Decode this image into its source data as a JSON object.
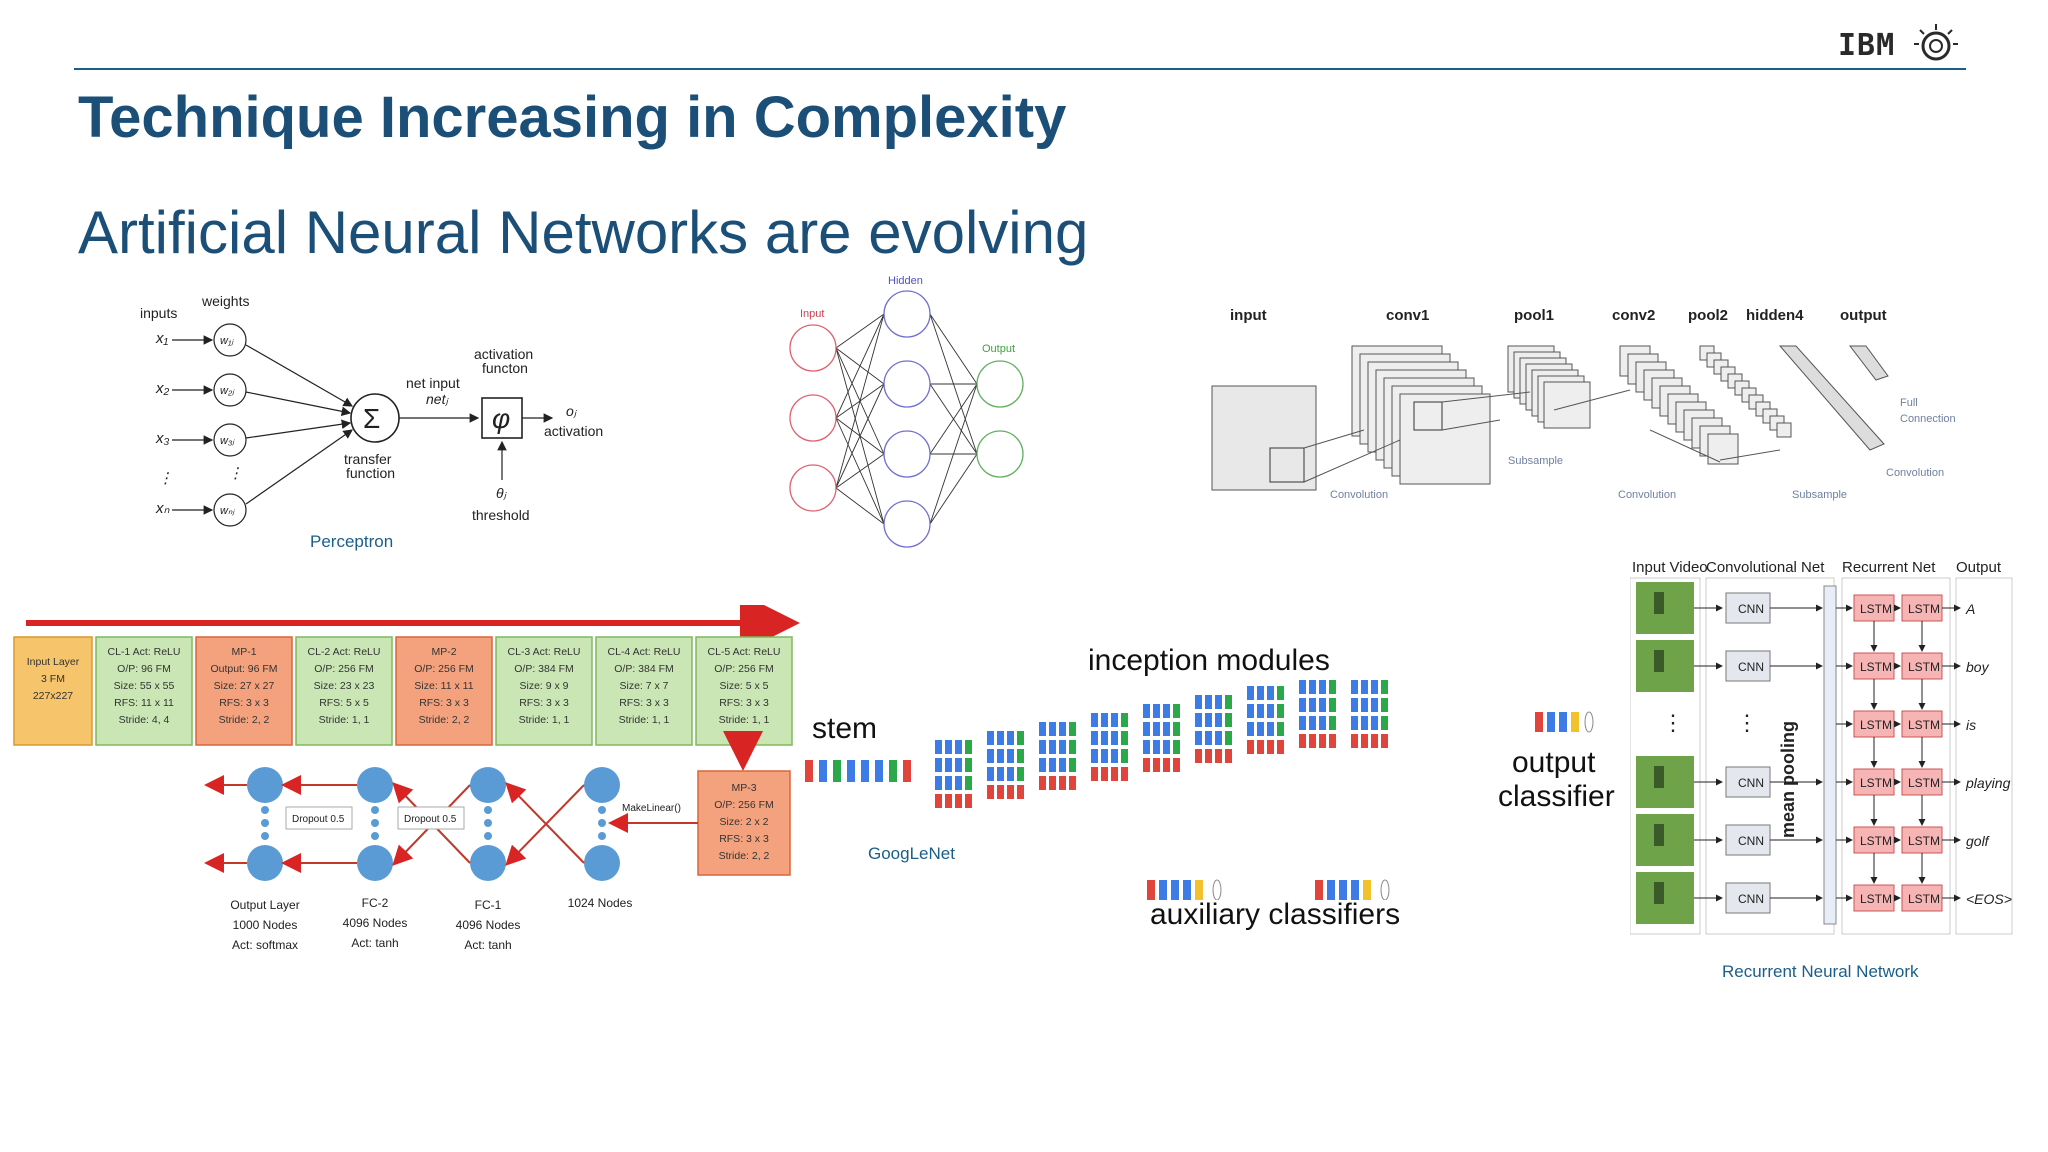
{
  "slide": {
    "title": "Technique Increasing in Complexity",
    "subtitle": "Artificial Neural Networks are evolving",
    "logo_text": "IBM"
  },
  "perceptron": {
    "caption": "Perceptron",
    "inputs_label": "inputs",
    "weights_label": "weights",
    "inputs": [
      "x₁",
      "x₂",
      "x₃",
      "⋮",
      "xₙ"
    ],
    "weights": [
      "w₁ⱼ",
      "w₂ⱼ",
      "w₃ⱼ",
      "⋮",
      "wₙⱼ"
    ],
    "sum_symbol": "Σ",
    "net_input": "net input",
    "net_j": "netⱼ",
    "transfer": "transfer",
    "function": "function",
    "activation_title1": "activation",
    "activation_title2": "functon",
    "phi": "φ",
    "oj": "oⱼ",
    "activation": "activation",
    "theta": "θⱼ",
    "threshold": "threshold"
  },
  "mlp": {
    "input_label": "Input",
    "hidden_label": "Hidden",
    "output_label": "Output"
  },
  "cnn": {
    "stages": [
      "input",
      "conv1",
      "pool1",
      "conv2",
      "pool2",
      "hidden4",
      "output"
    ],
    "sub_labels": [
      "Convolution",
      "Subsample",
      "Convolution",
      "Subsample",
      "Convolution",
      "Full",
      "Connection"
    ]
  },
  "alexnet": {
    "layers": [
      {
        "lines": [
          "Input Layer",
          "3 FM",
          "227x227"
        ],
        "color": "#f6c46a",
        "border": "#d99a2a"
      },
      {
        "lines": [
          "CL-1 Act: ReLU",
          "O/P: 96 FM",
          "Size: 55 x 55",
          "RFS: 11 x 11",
          "Stride: 4, 4"
        ],
        "color": "#c9e6b4",
        "border": "#7fb85d"
      },
      {
        "lines": [
          "MP-1",
          "Output: 96 FM",
          "Size: 27 x 27",
          "RFS: 3 x 3",
          "Stride: 2, 2"
        ],
        "color": "#f4a27e",
        "border": "#d9663a"
      },
      {
        "lines": [
          "CL-2 Act: ReLU",
          "O/P: 256 FM",
          "Size: 23 x 23",
          "RFS: 5 x 5",
          "Stride: 1, 1"
        ],
        "color": "#c9e6b4",
        "border": "#7fb85d"
      },
      {
        "lines": [
          "MP-2",
          "O/P: 256 FM",
          "Size: 11 x 11",
          "RFS: 3 x 3",
          "Stride: 2, 2"
        ],
        "color": "#f4a27e",
        "border": "#d9663a"
      },
      {
        "lines": [
          "CL-3 Act: ReLU",
          "O/P: 384 FM",
          "Size: 9 x 9",
          "RFS: 3 x 3",
          "Stride: 1, 1"
        ],
        "color": "#c9e6b4",
        "border": "#7fb85d"
      },
      {
        "lines": [
          "CL-4 Act: ReLU",
          "O/P: 384 FM",
          "Size: 7 x 7",
          "RFS: 3 x 3",
          "Stride: 1, 1"
        ],
        "color": "#c9e6b4",
        "border": "#7fb85d"
      },
      {
        "lines": [
          "CL-5 Act: ReLU",
          "O/P: 256 FM",
          "Size: 5 x 5",
          "RFS: 3 x 3",
          "Stride: 1, 1"
        ],
        "color": "#c9e6b4",
        "border": "#7fb85d"
      }
    ],
    "mp3": [
      "MP-3",
      "O/P: 256 FM",
      "Size: 2 x 2",
      "RFS: 3 x 3",
      "Stride: 2, 2"
    ],
    "dropout": "Dropout 0.5",
    "make_linear": "MakeLinear()",
    "output_layer": [
      "Output Layer",
      "1000 Nodes",
      "Act: softmax"
    ],
    "fc2": [
      "FC-2",
      "4096 Nodes",
      "Act: tanh"
    ],
    "fc1": [
      "FC-1",
      "4096 Nodes",
      "Act: tanh"
    ],
    "nodes_1024": "1024 Nodes"
  },
  "googlenet": {
    "caption": "GoogLeNet",
    "stem": "stem",
    "inception": "inception modules",
    "output_classifier_1": "output",
    "output_classifier_2": "classifier",
    "auxiliary": "auxiliary classifiers",
    "colors": {
      "blue": "#3d7be6",
      "red": "#e0443b",
      "green": "#2aa84a",
      "yellow": "#f3c12b"
    }
  },
  "rnn": {
    "caption": "Recurrent Neural Network",
    "col_input": "Input Video",
    "col_conv": "Convolutional Net",
    "col_rec": "Recurrent Net",
    "col_out": "Output",
    "cnn_label": "CNN",
    "lstm_label": "LSTM",
    "mean_pooling": "mean pooling",
    "outputs": [
      "A",
      "boy",
      "is",
      "playing",
      "golf",
      "<EOS>"
    ]
  }
}
